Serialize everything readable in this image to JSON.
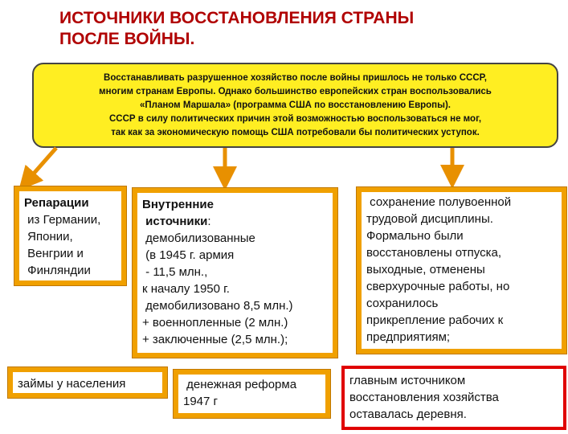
{
  "title_lines": [
    "ИСТОЧНИКИ ВОССТАНОВЛЕНИЯ СТРАНЫ",
    "ПОСЛЕ ВОЙНЫ."
  ],
  "intro_lines": [
    "Восстанавливать разрушенное хозяйство после войны пришлось не только СССР,",
    "многим странам Европы. Однако большинство европейских стран воспользовались",
    "«Планом Маршала» (программа США по восстановлению Европы).",
    "СССР в силу политических причин этой возможностью воспользоваться не мог,",
    "так как за экономическую помощь США потребовали бы политических уступок."
  ],
  "reparations": {
    "head": "Репарации",
    "lines": [
      " из Германии,",
      " Японии,",
      " Венгрии и",
      " Финляндии"
    ]
  },
  "internal": {
    "head1": "Внутренние",
    "head2": " источники",
    "colon": ":",
    "lines": [
      " демобилизованные",
      " (в 1945 г. армия",
      " - 11,5 млн.,",
      "к началу 1950 г.",
      " демобилизовано 8,5 млн.)",
      "+ военнопленные (2 млн.)",
      "+ заключенные (2,5 млн.);"
    ]
  },
  "discipline_lines": [
    " сохранение полувоенной",
    "трудовой дисциплины.",
    "Формально были",
    "восстановлены отпуска,",
    "выходные, отменены",
    "сверхурочные работы, но",
    "сохранилось",
    "прикрепление рабочих к",
    "предприятиям;"
  ],
  "loans": "займы у населения",
  "reform_lines": [
    " денежная реформа",
    "1947 г"
  ],
  "village_lines": [
    "главным источником",
    "восстановления хозяйства",
    "оставалась деревня."
  ],
  "colors": {
    "title": "#b00000",
    "yellow": "#ffee22",
    "orange": "#f0a000",
    "red": "#e00000"
  }
}
